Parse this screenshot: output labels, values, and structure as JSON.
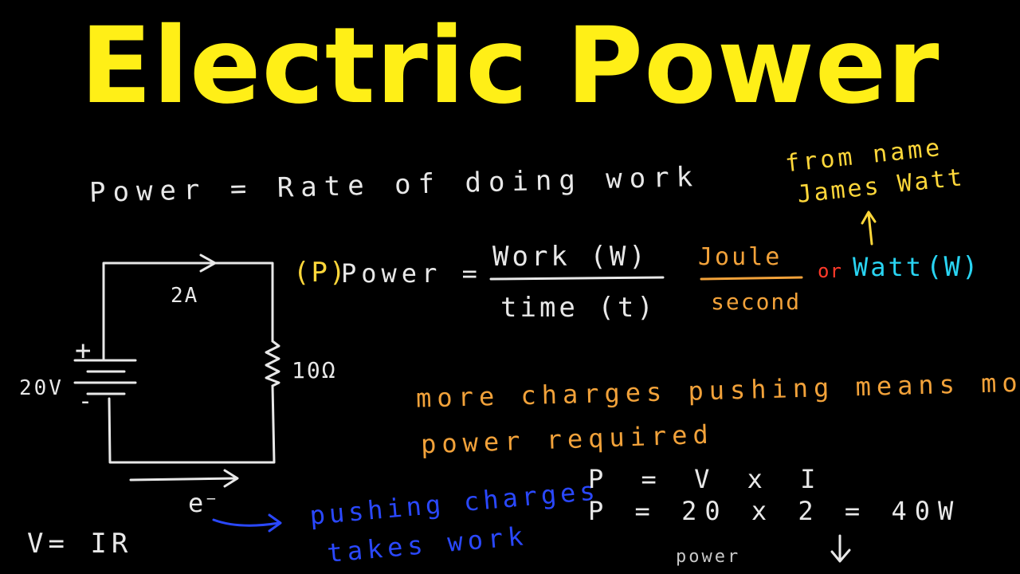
{
  "title": "Electric Power",
  "definition": "Power = Rate of doing work",
  "origin_note": {
    "line1": "from name",
    "line2": "James Watt"
  },
  "formula": {
    "symbol": "(P)",
    "lhs": "Power =",
    "numerator": "Work (W)",
    "denominator": "time (t)",
    "unit_numerator": "Joule",
    "unit_denominator": "second",
    "or_text": "or",
    "unit_watt": "Watt",
    "unit_watt_symbol": "(W)"
  },
  "circuit": {
    "current_label": "2A",
    "voltage_label": "20V",
    "plus_sign": "+",
    "minus_sign": "-",
    "resistance_label": "10Ω",
    "electron_label": "e⁻"
  },
  "orange_note": {
    "line1": "more charges pushing means more",
    "line2": "power required"
  },
  "blue_note": {
    "line1": "pushing charges",
    "line2": "takes work"
  },
  "calc": {
    "line1": "P = V x I",
    "line2": "P = 20 x 2 = 40W",
    "bottom_word": "power"
  },
  "ohms_law": "V= IR",
  "colors": {
    "background": "#000000",
    "title": "#ffef17",
    "chalk": "#e8e8e8",
    "orange": "#f2a23a",
    "cyan": "#29d4f2",
    "blue": "#2a48ff",
    "red": "#ff3a2a"
  }
}
